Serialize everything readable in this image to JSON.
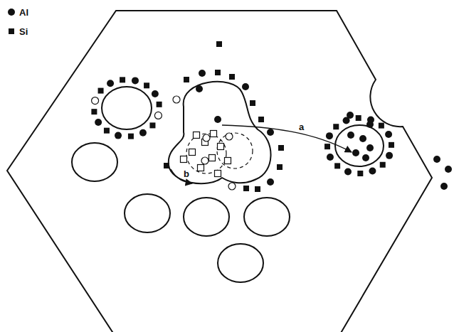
{
  "diagram": {
    "labels": [
      "a",
      "b"
    ],
    "legend": [
      {
        "text": "Al"
      },
      {
        "text": "Si"
      }
    ]
  }
}
